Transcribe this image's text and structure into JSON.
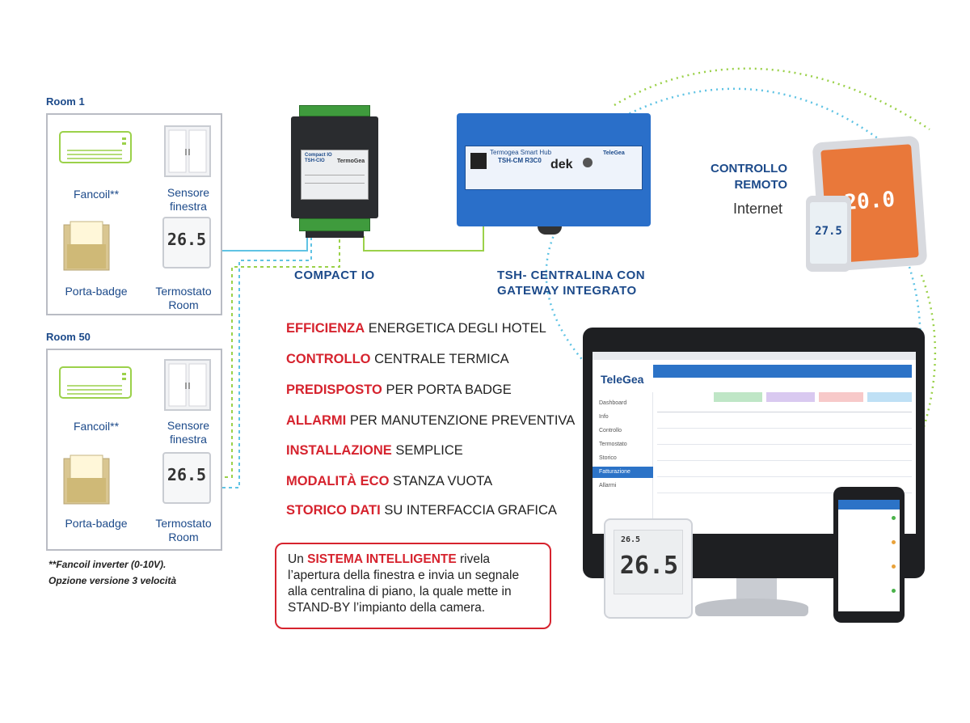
{
  "room1": {
    "label": "Room 1",
    "fancoil": "Fancoil**",
    "sensor": "Sensore\nfinestra",
    "badge": "Porta-badge",
    "thermostat": "Termostato\nRoom",
    "thermo_value": "26.5"
  },
  "room50": {
    "label": "Room 50",
    "fancoil": "Fancoil**",
    "sensor": "Sensore\nfinestra",
    "badge": "Porta-badge",
    "thermostat": "Termostato\nRoom",
    "thermo_value": "26.5"
  },
  "footnote": {
    "line1": "**Fancoil inverter (0-10V).",
    "line2": "Opzione versione 3 velocità"
  },
  "compact_io": {
    "title": "COMPACT IO",
    "panel_brand": "TermoGea",
    "panel_name": "Compact IO\nTSH-CIO"
  },
  "hub": {
    "title_line1": "TSH- CENTRALINA CON",
    "title_line2": "GATEWAY INTEGRATO",
    "panel_name": "Termogea Smart Hub",
    "panel_model": "TSH-CM R3C0",
    "panel_logo": "dek",
    "panel_brand": "TeleGea"
  },
  "remote": {
    "title_line1": "CONTROLLO",
    "title_line2": "REMOTO",
    "internet": "Internet",
    "tablet_value": "20.0",
    "phone_value": "27.5"
  },
  "features": [
    {
      "kw": "EFFICIENZA",
      "rest": " ENERGETICA DEGLI HOTEL"
    },
    {
      "kw": "CONTROLLO",
      "rest": " CENTRALE TERMICA"
    },
    {
      "kw": "PREDISPOSTO",
      "rest": " PER PORTA BADGE"
    },
    {
      "kw": "ALLARMI",
      "rest": " PER MANUTENZIONE PREVENTIVA"
    },
    {
      "kw": "INSTALLAZIONE",
      "rest": " SEMPLICE"
    },
    {
      "kw": "MODALITÀ ECO",
      "rest": " STANZA VUOTA"
    },
    {
      "kw": "STORICO DATI",
      "rest": " SU INTERFACCIA GRAFICA"
    }
  ],
  "info": {
    "pre": "Un ",
    "kw": "SISTEMA INTELLIGENTE",
    "post": " rivela l’apertura della finestra e invia un segnale alla centralina di piano, la quale mette in STAND-BY l’impianto della camera."
  },
  "monitor": {
    "brand": "TeleGea",
    "sidebar": [
      "Dashboard",
      "Info",
      "Controllo",
      "Termostato",
      "Storico",
      "Fatturazione",
      "Allarmi"
    ],
    "thermostat_value": "26.5",
    "thermostat_small": "26.5"
  },
  "colors": {
    "accent_red": "#d6232e",
    "title_blue": "#1c4a8a",
    "link_cyan": "#5fc3e4",
    "link_green": "#9bd14a",
    "hub_blue": "#2a6fc9",
    "tablet_orange": "#e9783a"
  }
}
